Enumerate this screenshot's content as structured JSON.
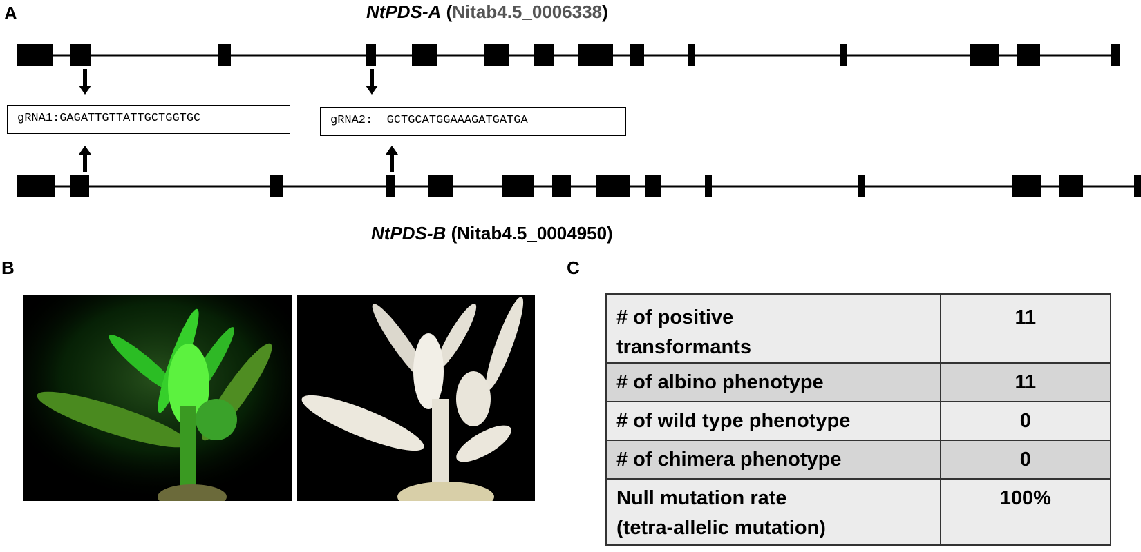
{
  "panel_labels": {
    "a": "A",
    "b": "B",
    "c": "C"
  },
  "gene_a": {
    "name": "NtPDS-A",
    "id": "(Nitab4.5_0006338)"
  },
  "gene_b": {
    "name": "NtPDS-B",
    "id": "(Nitab4.5_0004950)"
  },
  "grna1": {
    "label": "gRNA1:",
    "sequence": "GAGATTGTTATTGCTGGTGC"
  },
  "grna2": {
    "label": "gRNA2:",
    "sequence": "GCTGCATGGAAAGATGATGA"
  },
  "photos": [
    {
      "description": "green-fluorescence-plantlet",
      "color": "#3dd13a"
    },
    {
      "description": "albino-plantlet",
      "color": "#e8e4dc"
    }
  ],
  "table": {
    "rows": [
      {
        "label_line1": "# of positive",
        "label_line2": "transformants",
        "value": "11"
      },
      {
        "label_line1": "# of albino phenotype",
        "label_line2": "",
        "value": "11"
      },
      {
        "label_line1": "# of wild type phenotype",
        "label_line2": "",
        "value": "0"
      },
      {
        "label_line1": "# of chimera phenotype",
        "label_line2": "",
        "value": "0"
      },
      {
        "label_line1": "Null mutation rate",
        "label_line2": "(tetra-allelic mutation)",
        "value": "100%"
      }
    ]
  },
  "colors": {
    "exon": "#000000",
    "row_light": "#ececec",
    "row_dark": "#d6d6d6"
  }
}
